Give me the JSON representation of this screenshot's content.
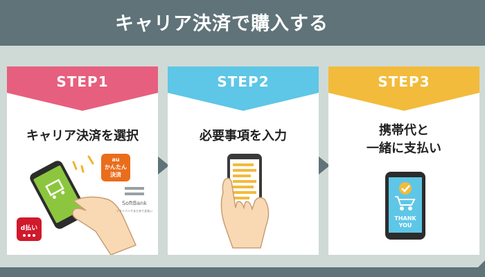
{
  "header": {
    "title": "キャリア決済で購入する"
  },
  "steps": [
    {
      "label": "STEP1",
      "title": "キャリア決済を選択"
    },
    {
      "label": "STEP2",
      "title": "必要事項を入力"
    },
    {
      "label": "STEP3",
      "title_line1": "携帯代と",
      "title_line2": "一緒に支払い"
    }
  ],
  "logos": {
    "au": {
      "line1": "au",
      "line2": "かんたん",
      "line3": "決済"
    },
    "softbank": {
      "name": "SoftBank",
      "caption": "ソフトバンクまとめて支払い"
    },
    "dpay": {
      "text": "d払い"
    }
  },
  "thank_you": {
    "line1": "THANK",
    "line2": "YOU"
  },
  "colors": {
    "header_bg": "#5f7379",
    "page_bg": "#cfdad6",
    "step1": "#e75f7e",
    "step2": "#5ec6e6",
    "step3": "#f3bb3b",
    "arrow": "#5f7379"
  }
}
